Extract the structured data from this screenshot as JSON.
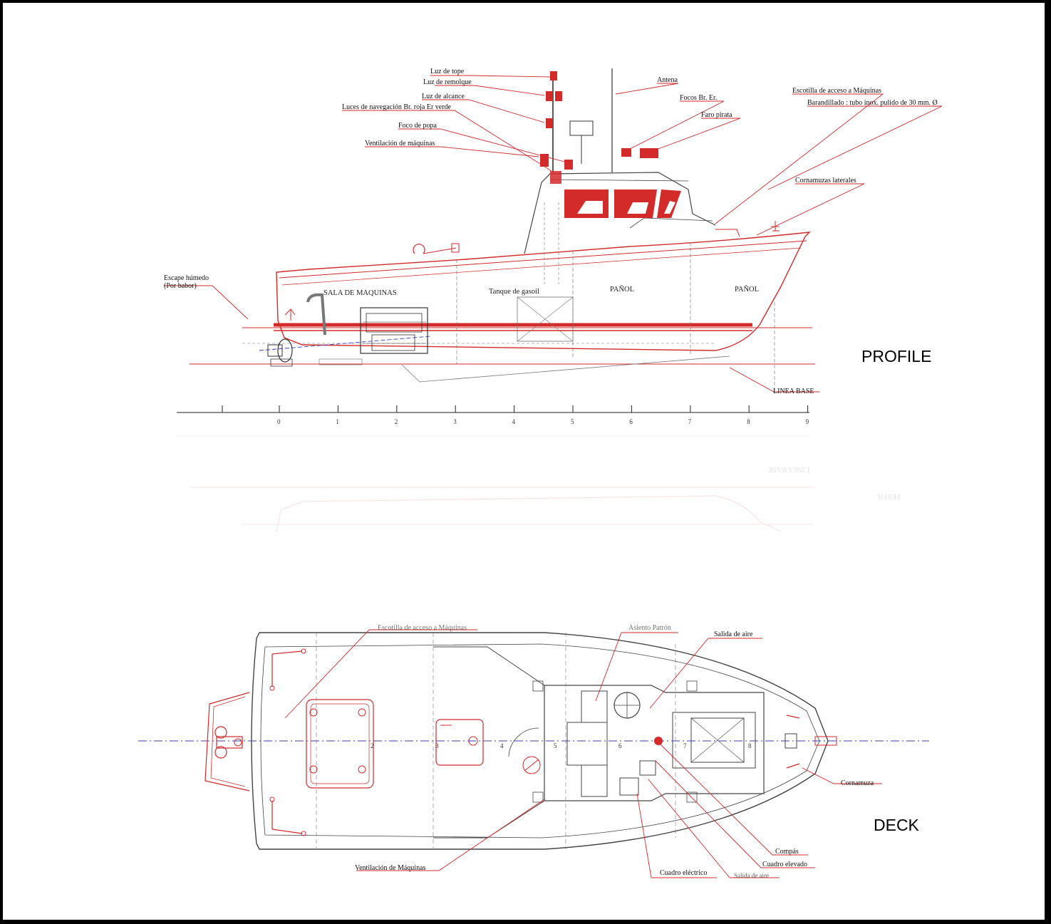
{
  "colors": {
    "accent": "#d32a2a",
    "line": "#555555",
    "centerline": "#3b3bc8",
    "frame": "#000000"
  },
  "profile": {
    "title": "PROFILE",
    "labels": {
      "luz_tope": "Luz de tope",
      "luz_remolque": "Luz de remolque",
      "luz_alcance": "Luz de alcance",
      "luces_nav": "Luces de navegación Br. roja Er verde",
      "foco_popa": "Foco de popa",
      "ventilacion": "Ventilación de máquinas",
      "antena": "Antena",
      "focos": "Focos Br. Er.",
      "faro": "Faro pirata",
      "escotilla": "Escotilla de acceso a Máquinas",
      "barandillado": "Barandillado : tubo inox. pulido de 30 mm. Ø",
      "cornamuzas": "Cornamuzas laterales",
      "escape_1": "Escape húmedo",
      "escape_2": "(Por babor)",
      "linea_base": "LINEA BASE"
    },
    "compartments": {
      "sala": "SALA DE MAQUINAS",
      "tanque": "Tanque de gasoil",
      "panol_1": "PAÑOL",
      "panol_2": "PAÑOL"
    },
    "stations": [
      "0",
      "1",
      "2",
      "3",
      "4",
      "5",
      "6",
      "7",
      "8",
      "9"
    ]
  },
  "ghost": {
    "title": "PERFIL",
    "linea_base": "LINEA BASE"
  },
  "deck": {
    "title": "DECK",
    "labels": {
      "escotilla": "Escotilla de acceso a Máquinas",
      "asiento": "Asiento Patrón",
      "salida_aire_1": "Salida de aire",
      "cornamuza": "Cornamuza",
      "compas": "Compás",
      "cuadro_elevado": "Cuadro elevado",
      "cuadro_electrico": "Cuadro eléctrico",
      "salida_aire_2": "Salida de aire",
      "ventilacion": "Ventilación de Máquinas"
    },
    "stations": [
      "2",
      "3",
      "4",
      "5",
      "6",
      "7",
      "8"
    ]
  }
}
